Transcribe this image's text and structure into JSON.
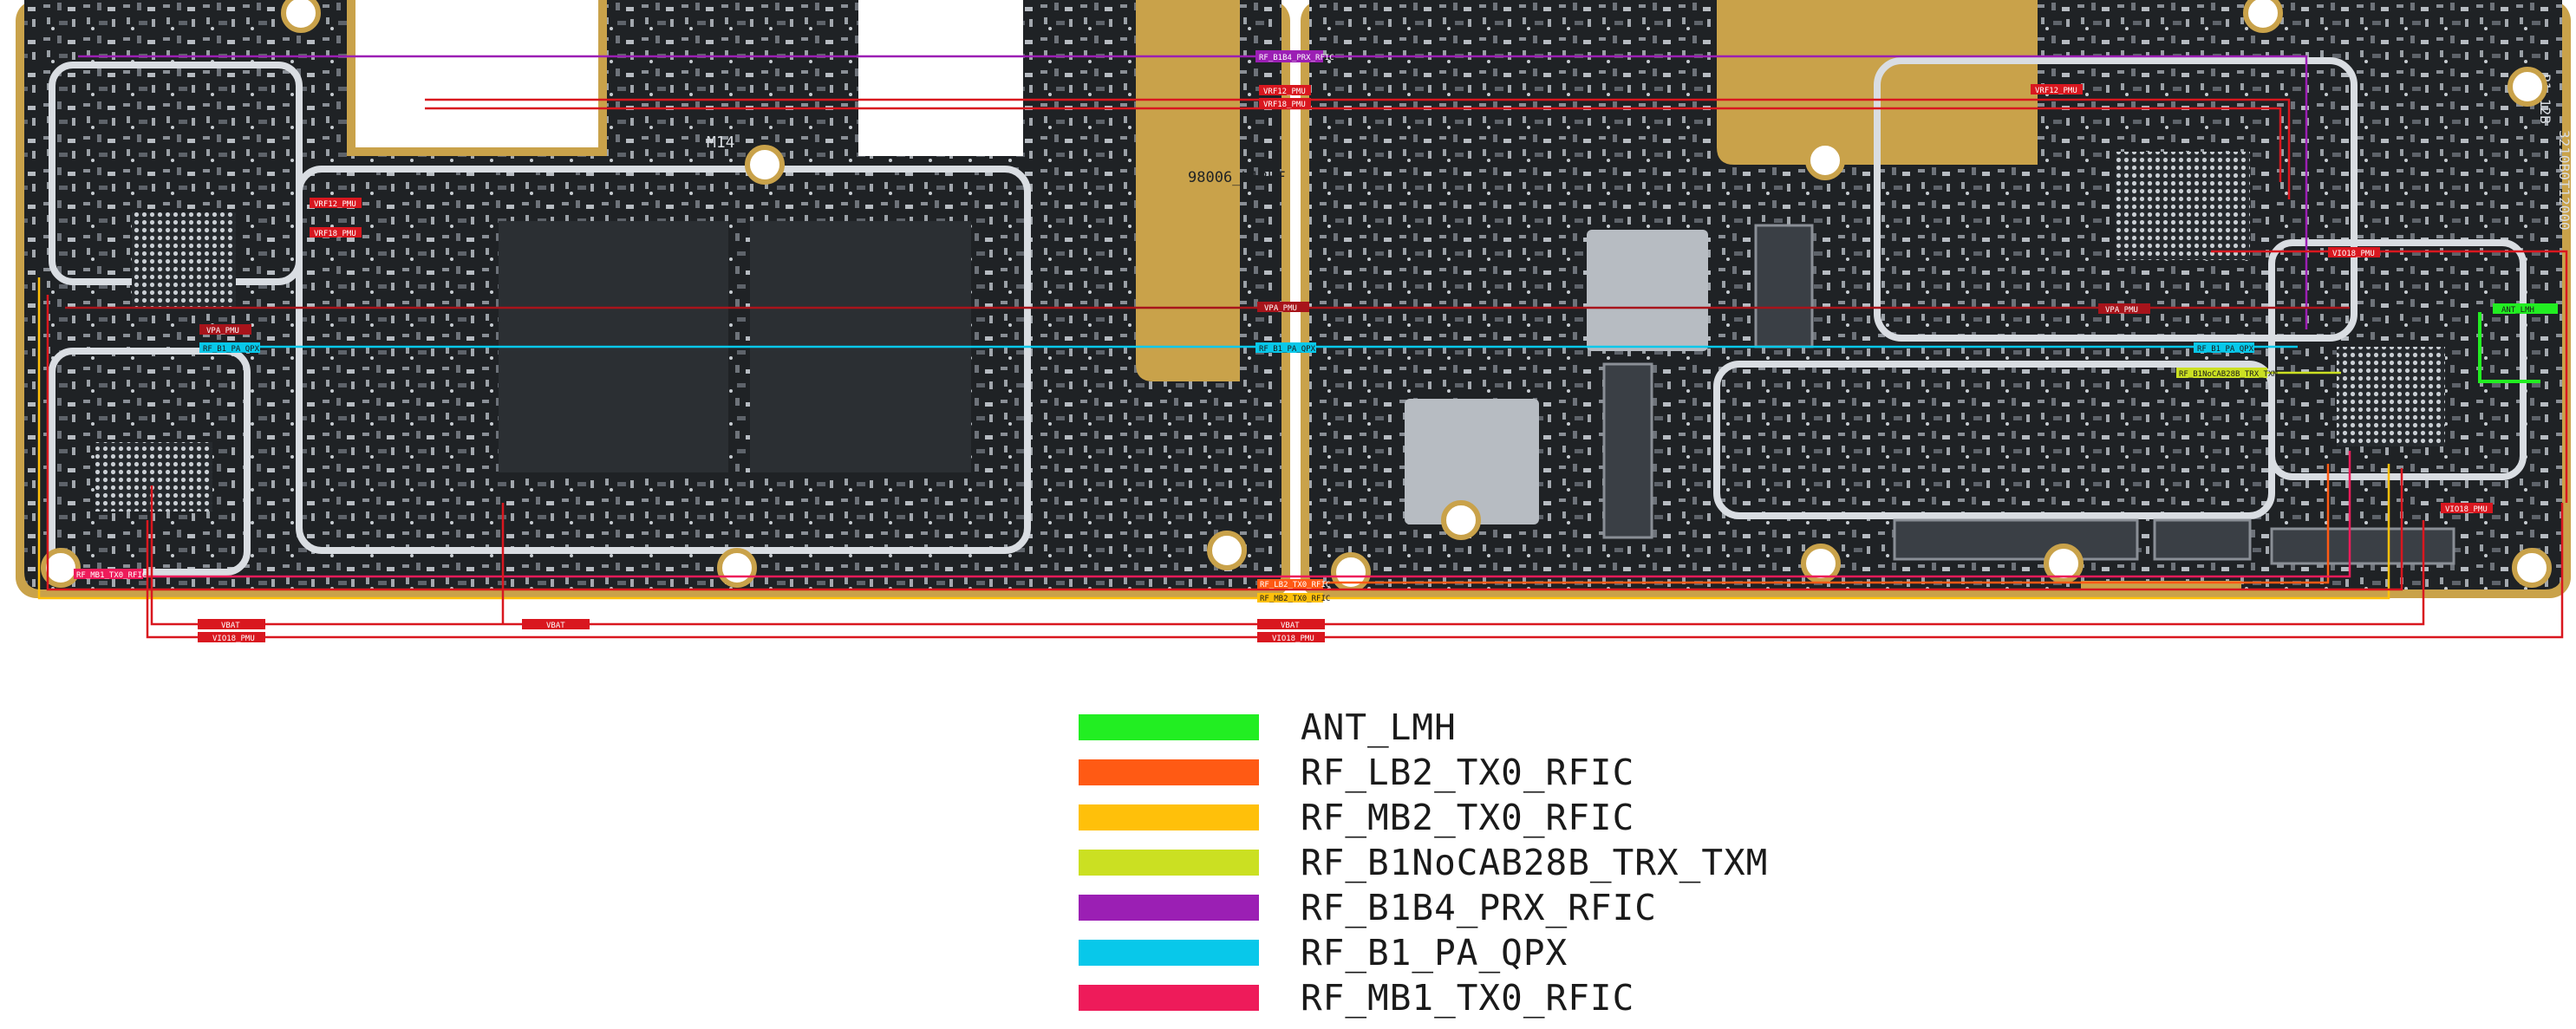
{
  "colors": {
    "board": "#1f2225",
    "board_dark": "#15171a",
    "edge_gold": "#c9a24a",
    "outline": "#d9dde2",
    "trace_red": "#d9171f",
    "trace_dark_red": "#a8141b",
    "trace_purple": "#9b1fb4"
  },
  "board": {
    "silkscreen": {
      "pn": "98006_L12HF",
      "ref": "M14",
      "serial": "3210B0T12000",
      "rev": "P1.12B"
    }
  },
  "labels": {
    "rf_b1b4_prx_rfic": "RF_B1B4_PRX_RFIC",
    "vrf12_pmu": "VRF12_PMU",
    "vrf18_pmu": "VRF18_PMU",
    "vpa_pmu": "VPA_PMU",
    "rf_b1_pa_qpx": "RF_B1_PA_QPX",
    "rf_b1nocab28b_trx_txm": "RF_B1NoCAB28B_TRX_TXM",
    "vio18_pmu": "VIO18_PMU",
    "ant_lmh": "ANT_LMH",
    "rf_mb2_tx0_rfic": "RF_MB2_TX0_RFIC",
    "rf_lb2_tx0_rfic": "RF_LB2_TX0_RFIC",
    "rf_mb1_tx0_rfic": "RF_MB1_TX0_RFIC",
    "vbat": "VBAT"
  },
  "legend": [
    {
      "name": "ANT_LMH",
      "color": "#22ee22"
    },
    {
      "name": "RF_LB2_TX0_RFIC",
      "color": "#ff5a14"
    },
    {
      "name": "RF_MB2_TX0_RFIC",
      "color": "#ffc00a"
    },
    {
      "name": "RF_B1NoCAB28B_TRX_TXM",
      "color": "#cbe022"
    },
    {
      "name": "RF_B1B4_PRX_RFIC",
      "color": "#9b1fb4"
    },
    {
      "name": "RF_B1_PA_QPX",
      "color": "#08c8ea"
    },
    {
      "name": "RF_MB1_TX0_RFIC",
      "color": "#ee1b5a"
    }
  ]
}
